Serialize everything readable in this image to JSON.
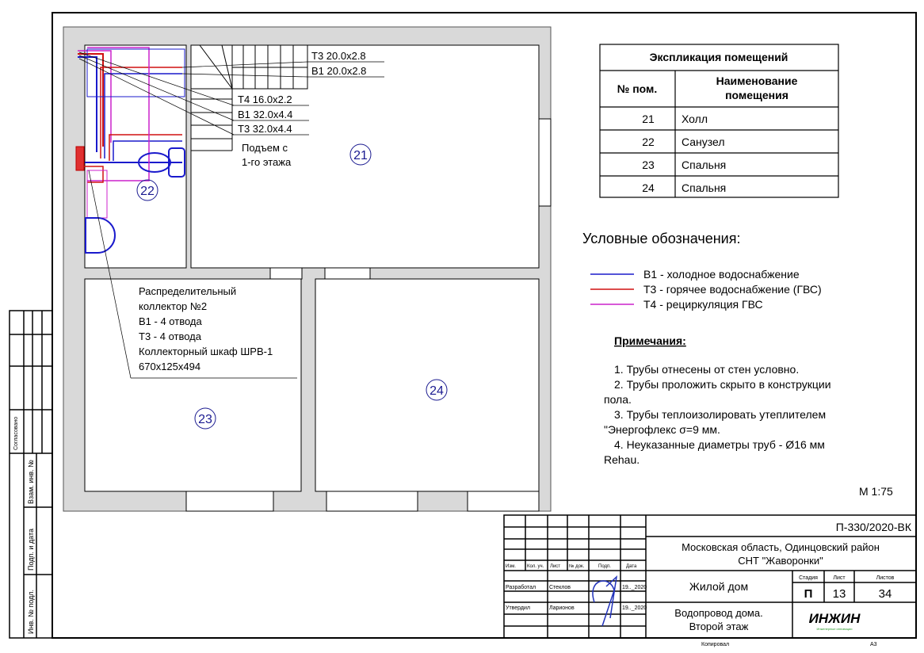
{
  "plan": {
    "rooms": [
      "21",
      "22",
      "23",
      "24"
    ],
    "pipe_labels": [
      "Т3 20.0x2.8",
      "В1 20.0x2.8",
      "Т4 16.0x2.2",
      "В1 32.0x4.4",
      "Т3 32.0x4.4"
    ],
    "riser_note": [
      "Подъем с",
      "1-го этажа"
    ],
    "collector_note": [
      "Распределительный",
      "коллектор №2",
      "В1 - 4 отвода",
      "Т3 - 4 отвода",
      "Коллекторный шкаф ШРВ-1",
      "670x125x494"
    ]
  },
  "explication": {
    "title": "Экспликация помещений",
    "col_num": "№ пом.",
    "col_name": [
      "Наименование",
      "помещения"
    ],
    "rows": [
      {
        "num": "21",
        "name": "Холл"
      },
      {
        "num": "22",
        "name": "Санузел"
      },
      {
        "num": "23",
        "name": "Спальня"
      },
      {
        "num": "24",
        "name": "Спальня"
      }
    ]
  },
  "legend": {
    "title": "Условные обозначения:",
    "items": [
      {
        "label": "В1 - холодное водоснабжение",
        "color": "#1a1acc"
      },
      {
        "label": "Т3 - горячее водоснабжение (ГВС)",
        "color": "#d01010"
      },
      {
        "label": "Т4 - рециркуляция ГВС",
        "color": "#cc22cc"
      }
    ]
  },
  "notes": {
    "title": "Примечания:",
    "lines": [
      "1.    Трубы отнесены от стен условно.",
      "2.    Трубы проложить скрыто в конструкции",
      "пола.",
      "3.    Трубы теплоизолировать утеплителем",
      "\"Энергофлекс σ=9 мм.",
      "4.    Неуказанные диаметры труб - Ø16 мм",
      "Rehau."
    ]
  },
  "scale": "М 1:75",
  "stamp": {
    "doc_number": "П-330/2020-ВК",
    "address": [
      "Московская область, Одинцовский район",
      "СНТ \"Жаворонки\""
    ],
    "object": "Жилой дом",
    "sheet_title": [
      "Водопровод дома.",
      "Второй этаж"
    ],
    "headers": [
      "Изм.",
      "Кол. уч.",
      "Лист",
      "№ док.",
      "Подп.",
      "Дата"
    ],
    "stage_label": "Стадия",
    "sheet_label": "Лист",
    "sheets_label": "Листов",
    "stage": "П",
    "sheet": "13",
    "sheets": "34",
    "developed_label": "Разработал",
    "developed_name": "Стеклов",
    "developed_date": "19.._2020",
    "approved_label": "Утвердил",
    "approved_name": "Ларионов",
    "approved_date": "19.._2020",
    "logo": "ИНЖИН",
    "logo_sub": "Инженерные инновации",
    "copied": "Копировал",
    "format": "А3"
  },
  "side_strip": {
    "agreed": "Согласовано",
    "inv_replace": "Взам. инв. №",
    "sign_date": "Подп. и дата",
    "inv_orig": "Инв. № подл."
  }
}
